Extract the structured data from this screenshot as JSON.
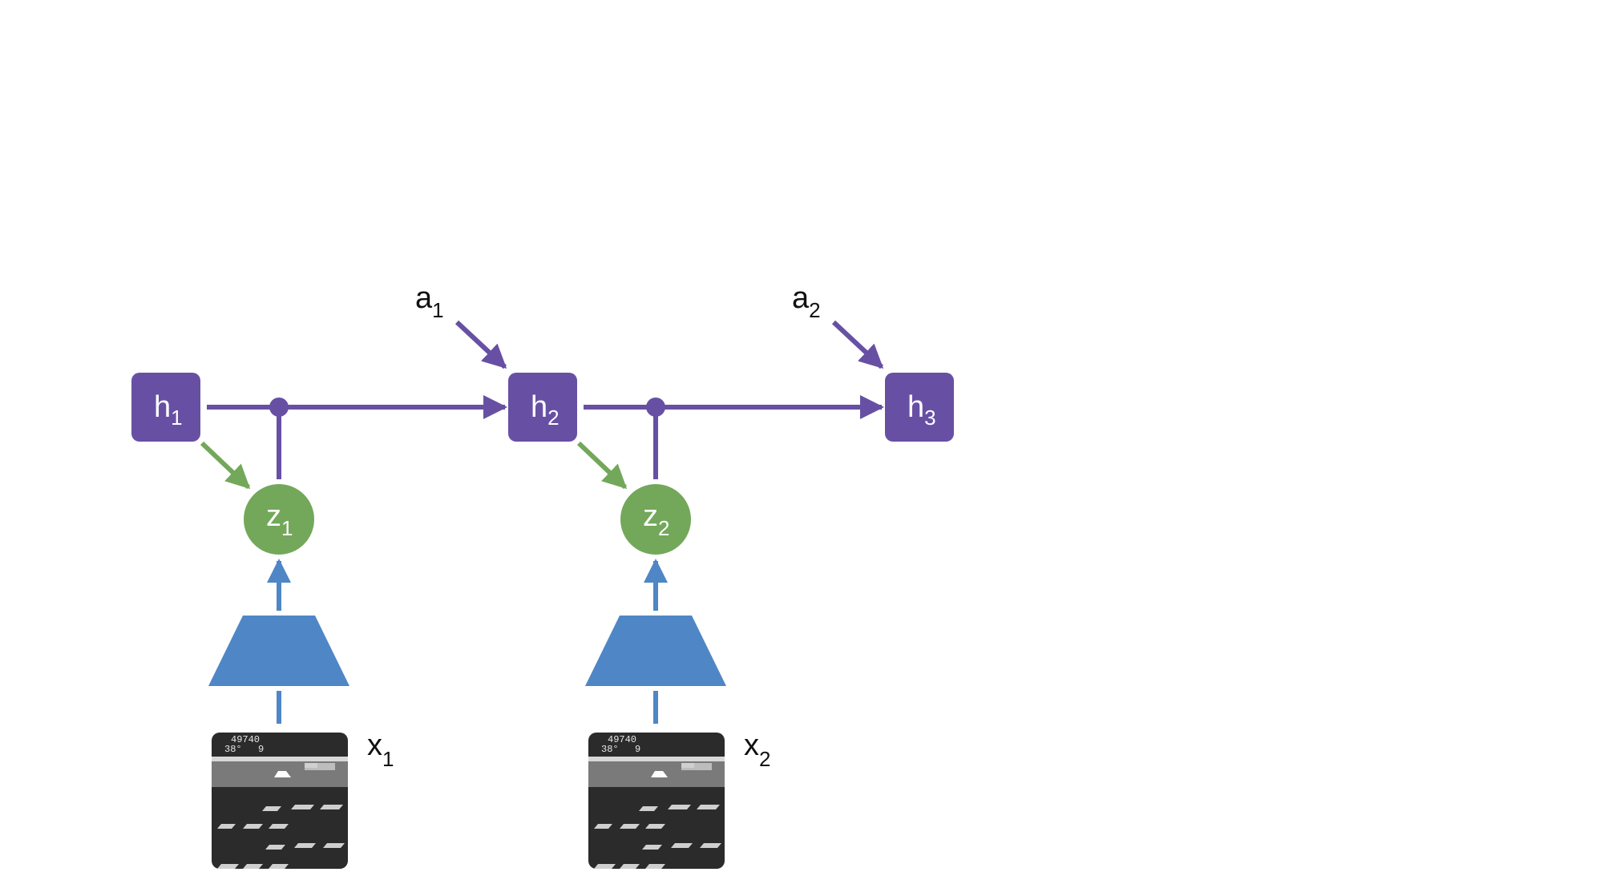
{
  "colors": {
    "hidden_state": "#6750A4",
    "latent": "#73A85A",
    "encoder": "#4F86C6",
    "frame_bg": "#2B2B2B",
    "frame_band": "#7A7A7A"
  },
  "nodes": {
    "h1": {
      "base": "h",
      "sub": "1"
    },
    "h2": {
      "base": "h",
      "sub": "2"
    },
    "h3": {
      "base": "h",
      "sub": "3"
    },
    "z1": {
      "base": "z",
      "sub": "1"
    },
    "z2": {
      "base": "z",
      "sub": "2"
    }
  },
  "actions": {
    "a1": {
      "base": "a",
      "sub": "1"
    },
    "a2": {
      "base": "a",
      "sub": "2"
    }
  },
  "observations": {
    "x1": {
      "base": "x",
      "sub": "1",
      "score": "49740",
      "temp": "38°",
      "lives": "9"
    },
    "x2": {
      "base": "x",
      "sub": "2",
      "score": "49740",
      "temp": "38°",
      "lives": "9"
    }
  }
}
